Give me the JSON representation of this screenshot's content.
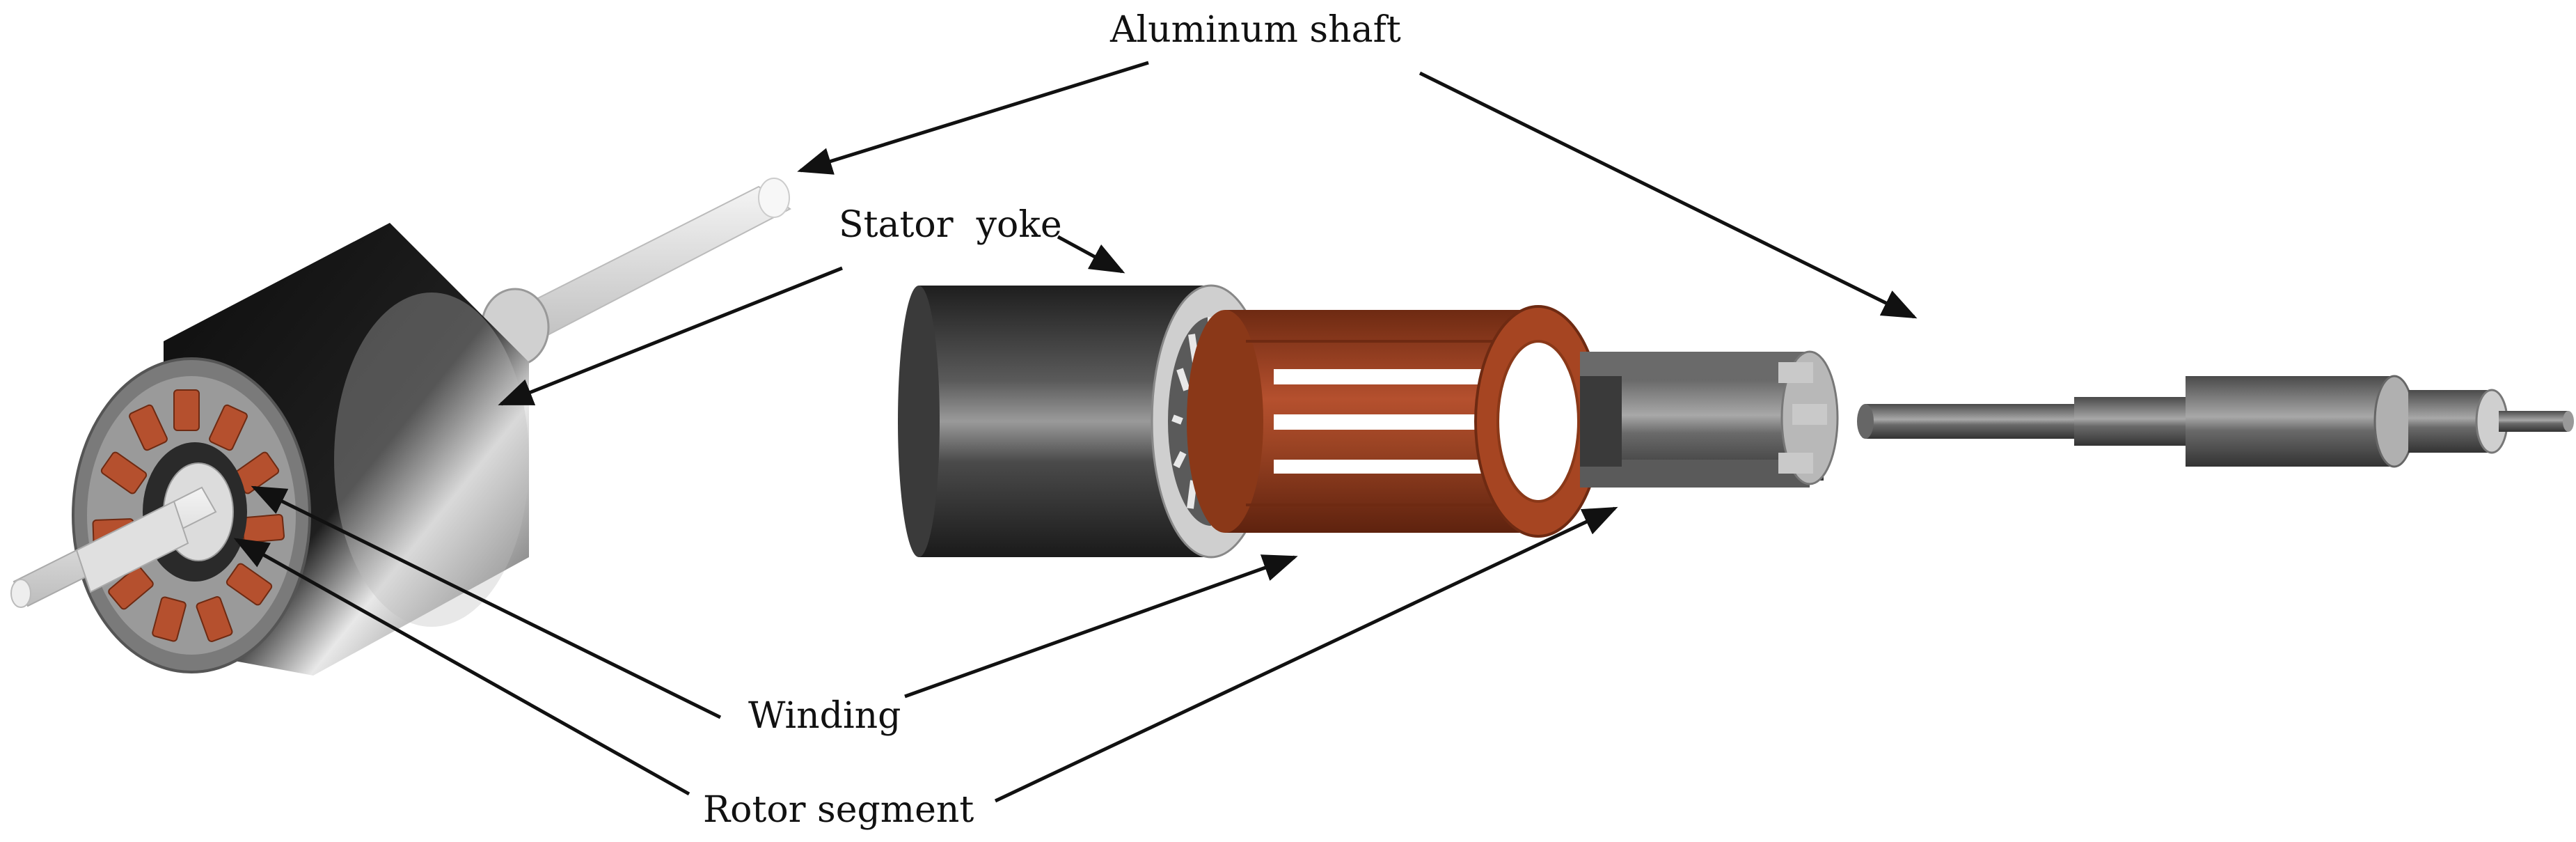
{
  "labels": {
    "aluminum_shaft": "Aluminum shaft",
    "stator_yoke": "Stator  yoke",
    "winding": "Winding",
    "rotor_segment": "Rotor segment"
  },
  "colors": {
    "copper": "#b5502e",
    "copper_dark": "#7a2c12",
    "yoke": "#2b2b2b",
    "steel": "#8a8a8a",
    "shaft": "#e6e6e6",
    "text": "#111111"
  },
  "components": {
    "assembled_motor": "assembled-motor",
    "stator_yoke_part": "stator-yoke-cylinder",
    "winding_part": "winding-cage",
    "rotor_part": "rotor-segments",
    "shaft_part": "stepped-shaft"
  }
}
